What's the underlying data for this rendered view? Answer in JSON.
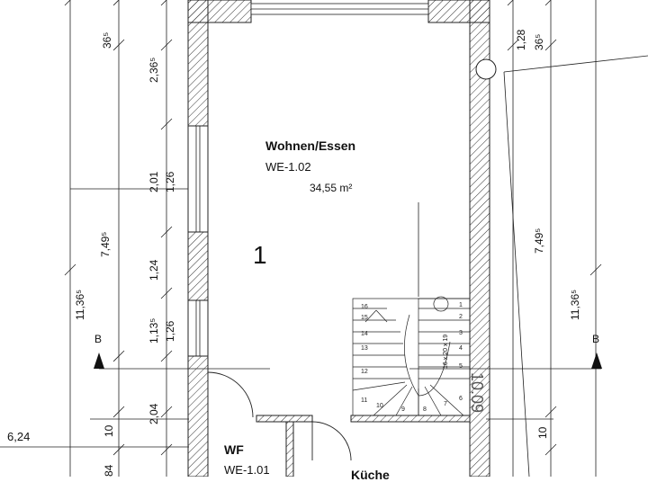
{
  "plan": {
    "rooms": [
      {
        "name": "Wohnen/Essen",
        "id": "WE-1.02",
        "area": "34,55 m²"
      },
      {
        "name": "WF",
        "id": "WE-1.01",
        "area": ""
      },
      {
        "name": "Küche",
        "id": "",
        "area": ""
      }
    ],
    "room_number": "1",
    "center_label": "10.09",
    "section_marks": [
      "B",
      "B"
    ],
    "level_left": "6,24",
    "dimensions": {
      "left_outer": [
        "11,36⁵"
      ],
      "left_mid": [
        "7,49⁵",
        "2,04",
        "10",
        "84"
      ],
      "left_inner": [
        "36⁵",
        "2,36⁵",
        "2,01",
        "1,26",
        "1,24",
        "1,13⁵",
        "1,26"
      ],
      "right_inner": [
        "1,28",
        "36⁵",
        "7,49⁵",
        "10"
      ],
      "right_outer": [
        "11,36⁵"
      ]
    },
    "stair_left_numbers": [
      "16",
      "15",
      "14",
      "13",
      "12",
      "11"
    ],
    "stair_right_numbers": [
      "1",
      "2",
      "3",
      "4",
      "5",
      "6"
    ],
    "stair_bottom_numbers": [
      "10",
      "9",
      "8",
      "7"
    ],
    "stair_note": "16 x 20 x 19"
  },
  "colors": {
    "line": "#222222",
    "hatch": "#333333",
    "background": "#ffffff"
  }
}
